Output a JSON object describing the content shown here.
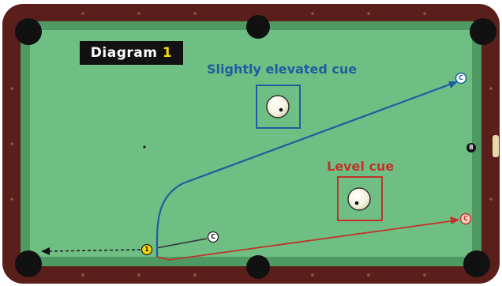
{
  "title": {
    "word": "Diagram",
    "number": "1"
  },
  "labels": {
    "elevated": "Slightly elevated cue",
    "level": "Level cue"
  },
  "balls": {
    "cue_label": "C",
    "one_label": "1",
    "eight_label": "8"
  },
  "colors": {
    "felt": "#6fbf84",
    "felt_dark": "#4f9a62",
    "rail_wood": "#5a1f1a",
    "elevated_path": "#1f5da0",
    "level_path": "#c0332c",
    "object_ball": "#f5d90a"
  }
}
